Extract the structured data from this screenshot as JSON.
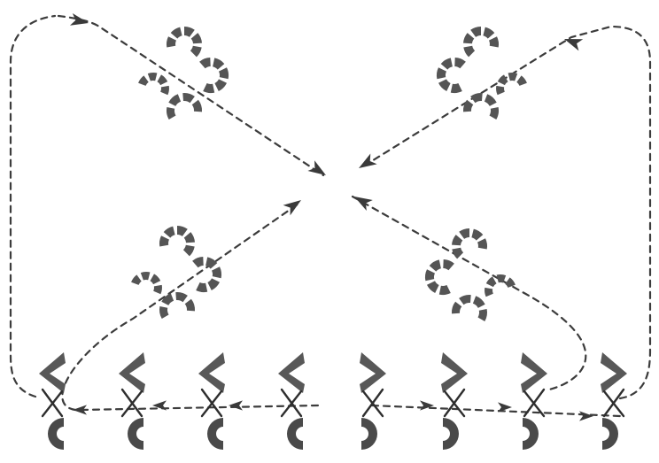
{
  "diagram": {
    "description_free": true,
    "colors": {
      "ink": "#3c3c3c",
      "shape": "#555555",
      "background": "#ffffff"
    },
    "chain_units": 8,
    "chain_orientation": [
      "left-facing",
      "left-facing",
      "left-facing",
      "left-facing",
      "right-facing",
      "right-facing",
      "right-facing",
      "right-facing"
    ],
    "clusters": [
      "top-left",
      "top-right",
      "bottom-left",
      "bottom-right"
    ],
    "arrow_paths": [
      "outer-left-loop",
      "outer-right-loop",
      "inner-left-path",
      "inner-right-path",
      "chain-arrows"
    ]
  }
}
